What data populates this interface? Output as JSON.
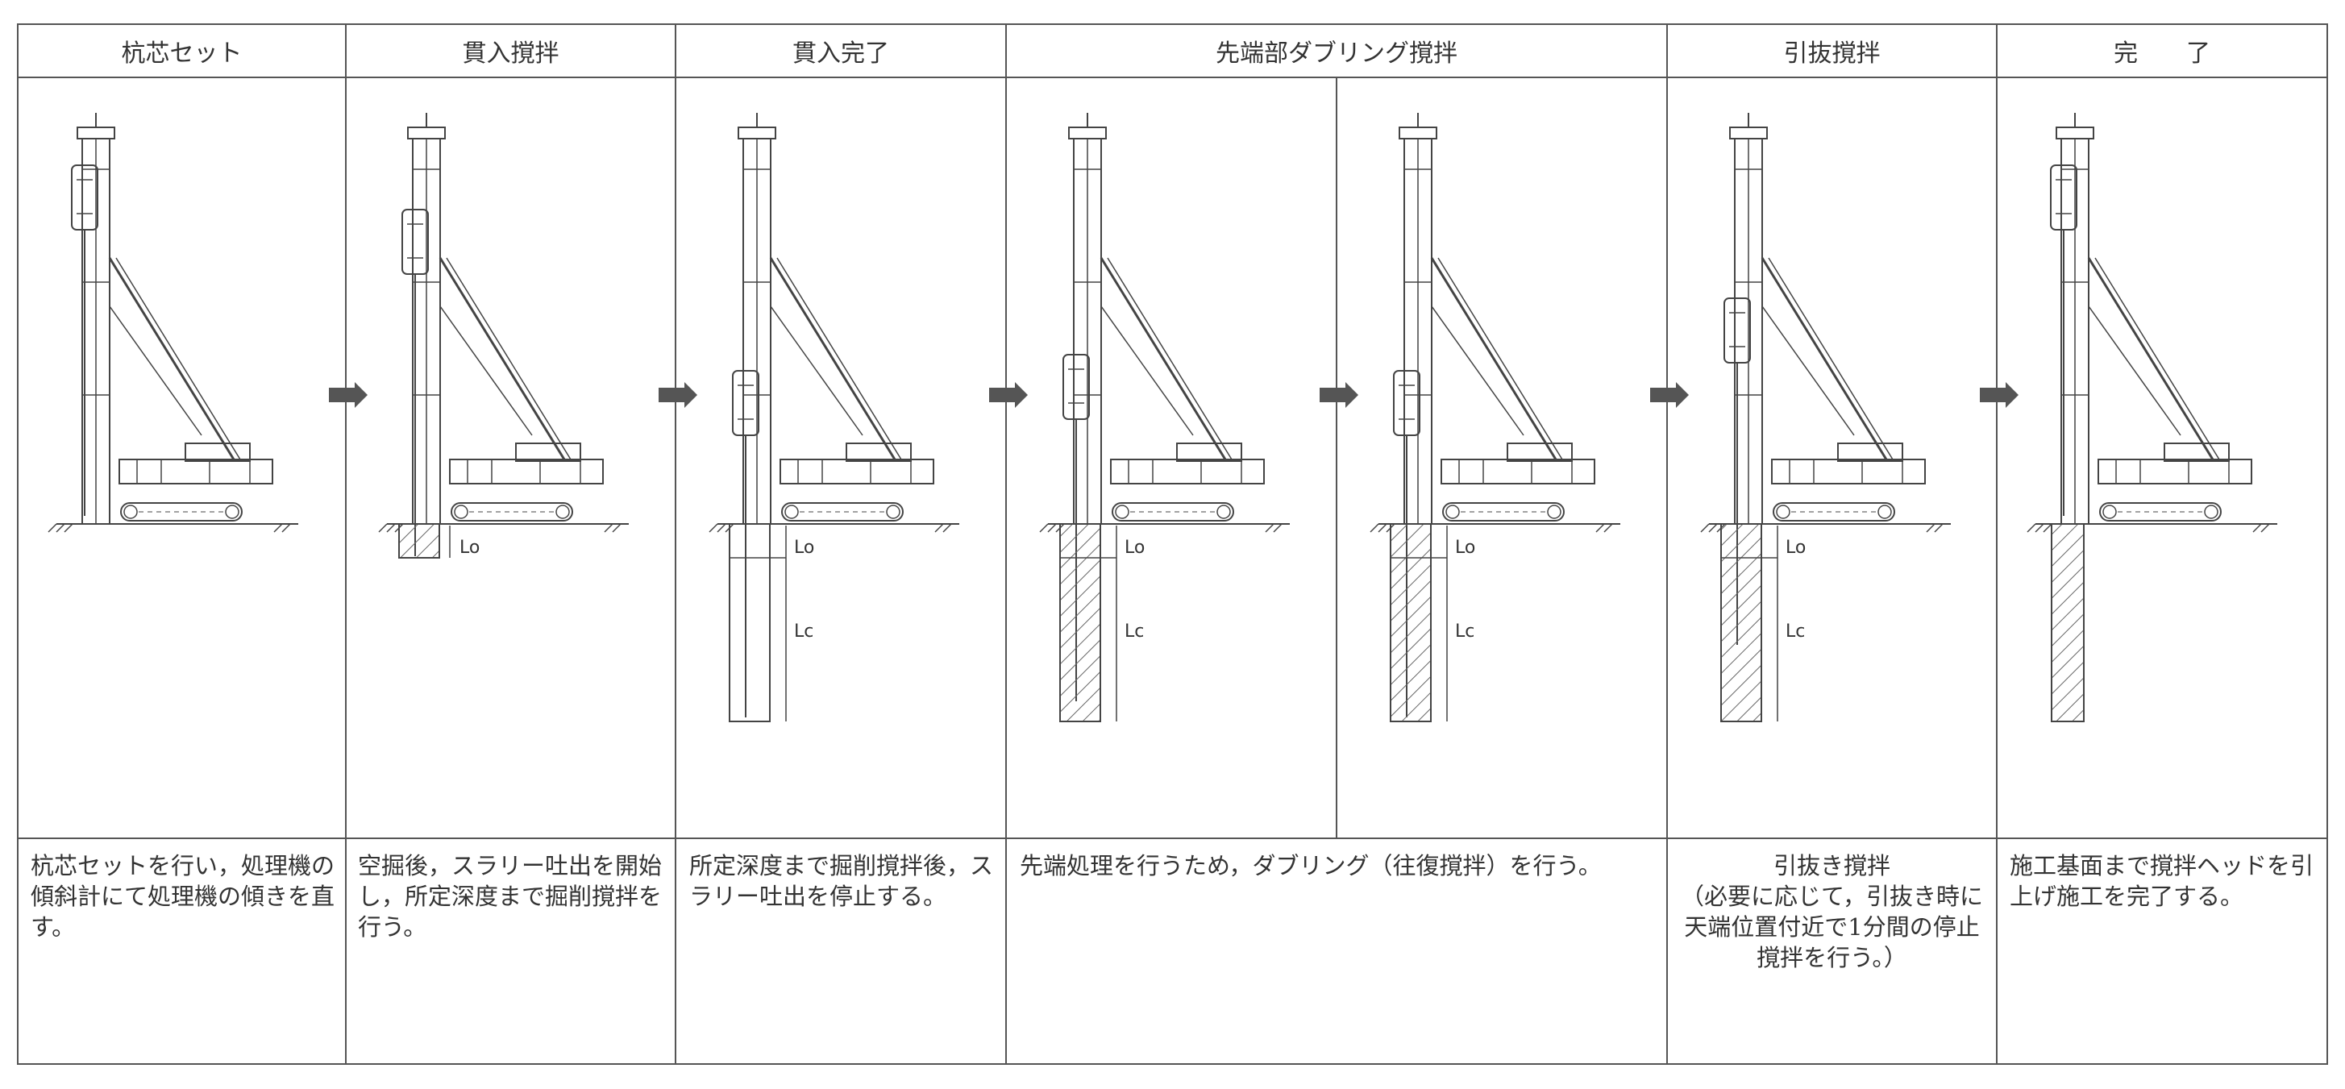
{
  "headers": [
    "杭芯セット",
    "貫入撹拌",
    "貫入完了",
    "先端部ダブリング撹拌",
    "引抜撹拌",
    "完　　了"
  ],
  "descriptions": [
    "杭芯セットを行い，処理機の傾斜計にて処理機の傾きを直す。",
    "空掘後，スラリー吐出を開始し，所定深度まで掘削撹拌を行う。",
    "所定深度まで掘削撹拌後，スラリー吐出を停止する。",
    "先端処理を行うため，ダブリング（往復撹拌）を行う。",
    "引抜き撹拌\n（必要に応じて，引抜き時に天端位置付近で1分間の停止撹拌を行う。）",
    "施工基面まで撹拌ヘッドを引上げ施工を完了する。"
  ],
  "labels": {
    "lo": "Lo",
    "lc": "Lc"
  },
  "colors": {
    "line": "#444444",
    "border": "#555555",
    "arrow": "#555555",
    "hatch": "#666666"
  }
}
